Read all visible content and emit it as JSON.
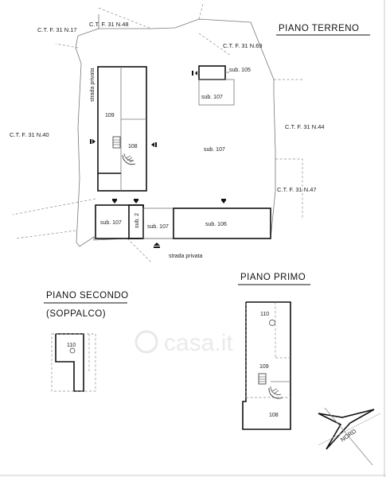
{
  "headings": {
    "piano_terreno": "PIANO TERRENO",
    "piano_primo": "PIANO PRIMO",
    "piano_secondo": "PIANO SECONDO",
    "soppalco": "(SOPPALCO)"
  },
  "cadastral_labels": {
    "n17": "C.T. F. 31 N.17",
    "n48": "C.T. F. 31 N.48",
    "n69": "C.T. F. 31 N.69",
    "n40": "C.T. F. 31 N.40",
    "n44": "C.T. F. 31 N.44",
    "n47": "C.T. F. 31 N.47"
  },
  "roads": {
    "strada_privata_vertical": "strada privata",
    "strada_privata_bottom": "strada privata"
  },
  "ground_floor_units": {
    "sub105": "sub. 105",
    "sub107_top": "sub. 107",
    "unit109": "109",
    "unit108": "108",
    "sub107_center": "sub. 107",
    "sub107_bottom_left": "sub. 107",
    "sub2": "sub. 2",
    "sub107_bottom_mid": "sub. 107",
    "sub106": "sub. 106"
  },
  "mezzanine_units": {
    "unit110": "110"
  },
  "first_floor_units": {
    "unit110": "110",
    "unit109": "109",
    "unit108": "108"
  },
  "compass": {
    "label": "NORD"
  },
  "watermark": {
    "text": "casa.it"
  }
}
